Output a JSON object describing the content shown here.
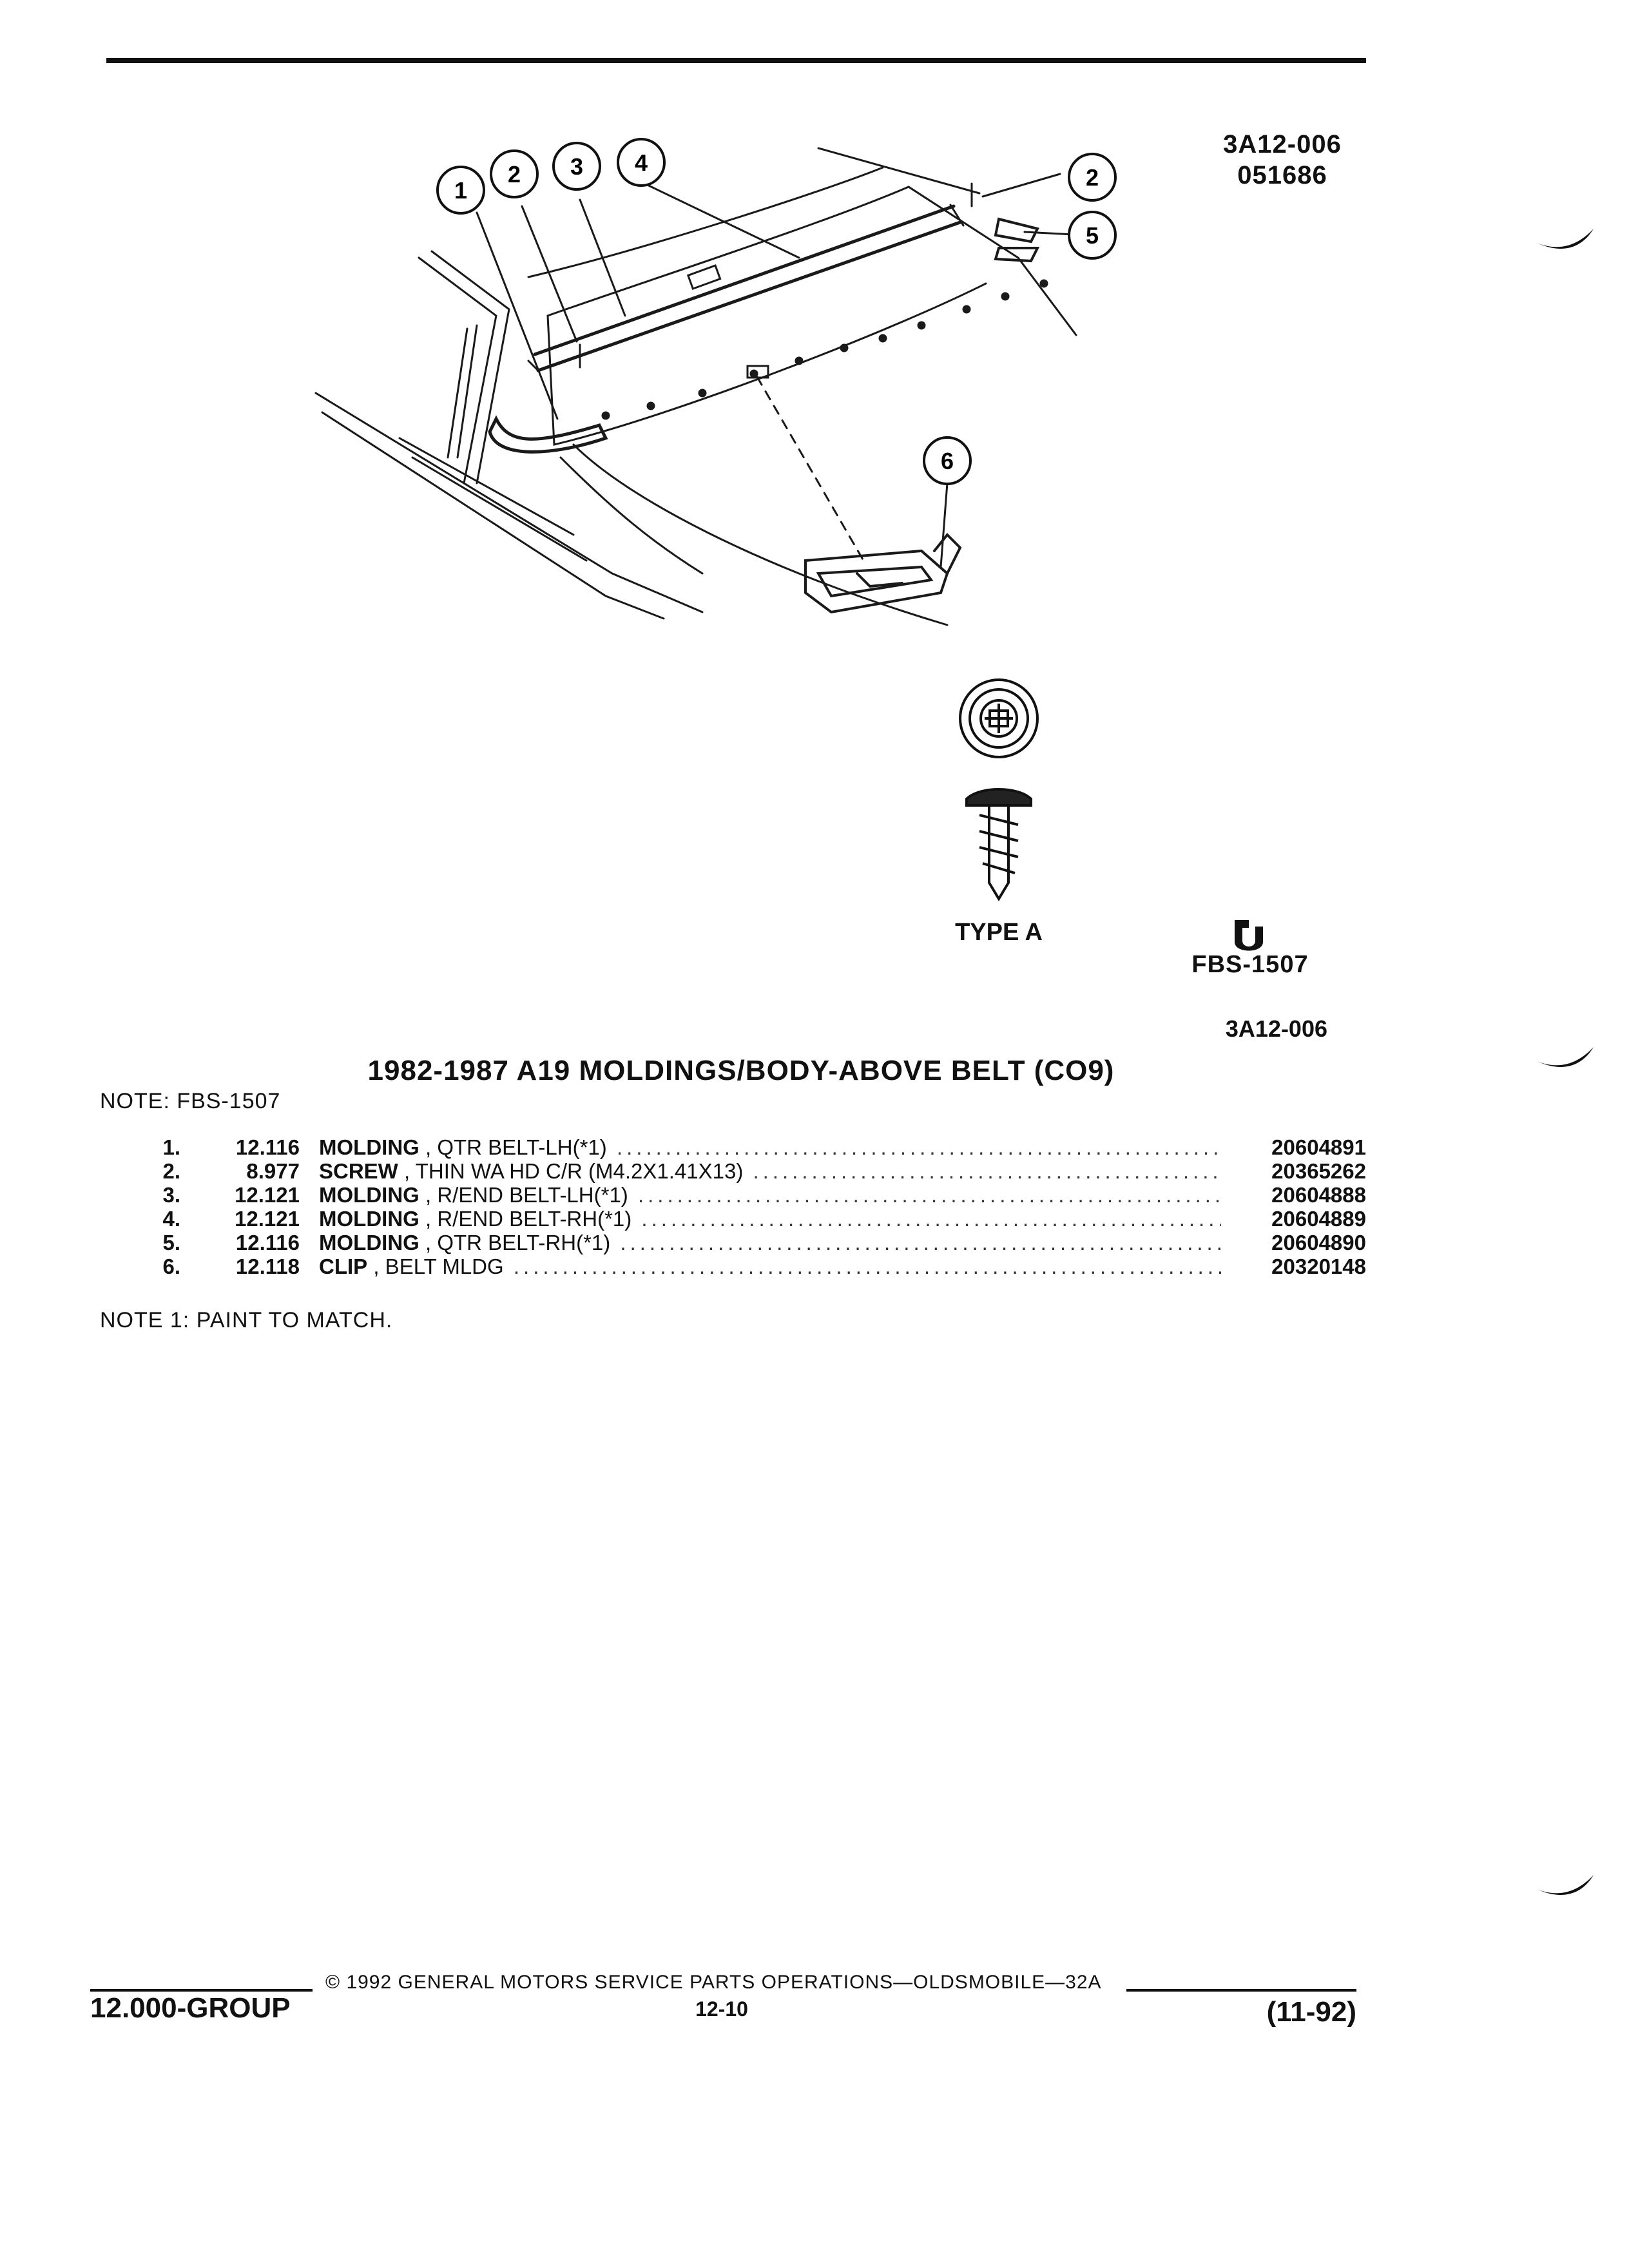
{
  "illustration": {
    "codes": [
      "3A12-006",
      "051686"
    ],
    "callouts": [
      "1",
      "2",
      "3",
      "4",
      "2",
      "5",
      "6"
    ],
    "fastener": {
      "label": "TYPE A"
    },
    "fbs": {
      "icon": "fastener-symbol-icon",
      "label": "FBS-1507"
    },
    "ref_code": "3A12-006"
  },
  "section": {
    "title": "1982-1987 A19 MOLDINGS/BODY-ABOVE BELT (CO9)",
    "note_top": "NOTE:  FBS-1507"
  },
  "parts": [
    {
      "num": "1.",
      "group": "12.116",
      "name": "MOLDING",
      "detail": " , QTR BELT-LH(*1)",
      "part_no": "20604891"
    },
    {
      "num": "2.",
      "group": "8.977",
      "name": "SCREW",
      "detail": " , THIN WA HD C/R (M4.2X1.41X13)",
      "part_no": "20365262"
    },
    {
      "num": "3.",
      "group": "12.121",
      "name": "MOLDING",
      "detail": " , R/END BELT-LH(*1)",
      "part_no": "20604888"
    },
    {
      "num": "4.",
      "group": "12.121",
      "name": "MOLDING",
      "detail": " , R/END BELT-RH(*1)",
      "part_no": "20604889"
    },
    {
      "num": "5.",
      "group": "12.116",
      "name": "MOLDING",
      "detail": " , QTR BELT-RH(*1)",
      "part_no": "20604890"
    },
    {
      "num": "6.",
      "group": "12.118",
      "name": "CLIP",
      "detail": " , BELT MLDG",
      "part_no": "20320148"
    }
  ],
  "note_bottom": "NOTE  1:  PAINT TO MATCH.",
  "footer": {
    "group": "12.000-GROUP",
    "copyright": "©  1992  GENERAL MOTORS SERVICE PARTS OPERATIONS—OLDSMOBILE—32A",
    "page": "12-10",
    "date": "(11-92)"
  }
}
